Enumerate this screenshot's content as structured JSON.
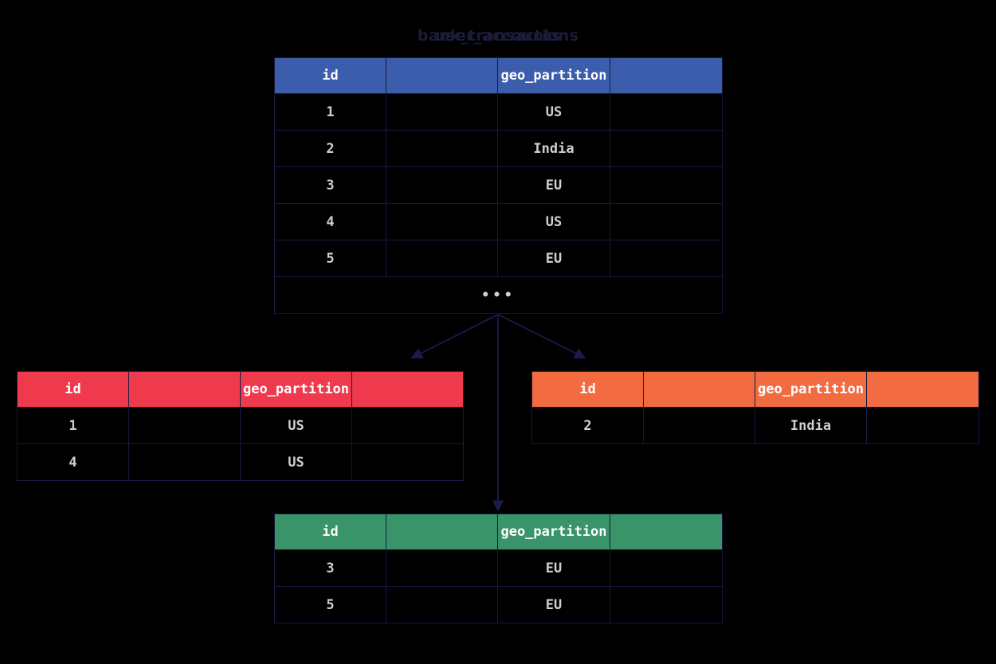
{
  "diagram": {
    "title_primary": "bank_transactions",
    "title_secondary": "user_accounts",
    "colors": {
      "blue": "#3b5dab",
      "red": "#ee3a4c",
      "orange": "#f26b41",
      "green": "#3a9469",
      "border": "#191942",
      "background": "#000000",
      "title_text": "#1b1b3a",
      "ellipsis": "#2b2b6b"
    }
  },
  "main_table": {
    "name": "bank_transactions",
    "headers": [
      "id",
      "",
      "geo_partition",
      ""
    ],
    "rows": [
      {
        "id": "1",
        "blank1": "",
        "geo_partition": "US",
        "blank2": "",
        "tone": "red"
      },
      {
        "id": "2",
        "blank1": "",
        "geo_partition": "India",
        "blank2": "",
        "tone": "orange"
      },
      {
        "id": "3",
        "blank1": "",
        "geo_partition": "EU",
        "blank2": "",
        "tone": "green"
      },
      {
        "id": "4",
        "blank1": "",
        "geo_partition": "US",
        "blank2": "",
        "tone": "red"
      },
      {
        "id": "5",
        "blank1": "",
        "geo_partition": "EU",
        "blank2": "",
        "tone": "green"
      }
    ],
    "ellipsis": "•••"
  },
  "partitions": [
    {
      "key": "us",
      "label": "US",
      "headers": [
        "id",
        "",
        "geo_partition",
        ""
      ],
      "rows": [
        {
          "id": "1",
          "blank1": "",
          "geo_partition": "US",
          "blank2": ""
        },
        {
          "id": "4",
          "blank1": "",
          "geo_partition": "US",
          "blank2": ""
        }
      ]
    },
    {
      "key": "india",
      "label": "India",
      "headers": [
        "id",
        "",
        "geo_partition",
        ""
      ],
      "rows": [
        {
          "id": "2",
          "blank1": "",
          "geo_partition": "India",
          "blank2": ""
        }
      ]
    },
    {
      "key": "eu",
      "label": "EU",
      "headers": [
        "id",
        "",
        "geo_partition",
        ""
      ],
      "rows": [
        {
          "id": "3",
          "blank1": "",
          "geo_partition": "EU",
          "blank2": ""
        },
        {
          "id": "5",
          "blank1": "",
          "geo_partition": "EU",
          "blank2": ""
        }
      ]
    }
  ]
}
